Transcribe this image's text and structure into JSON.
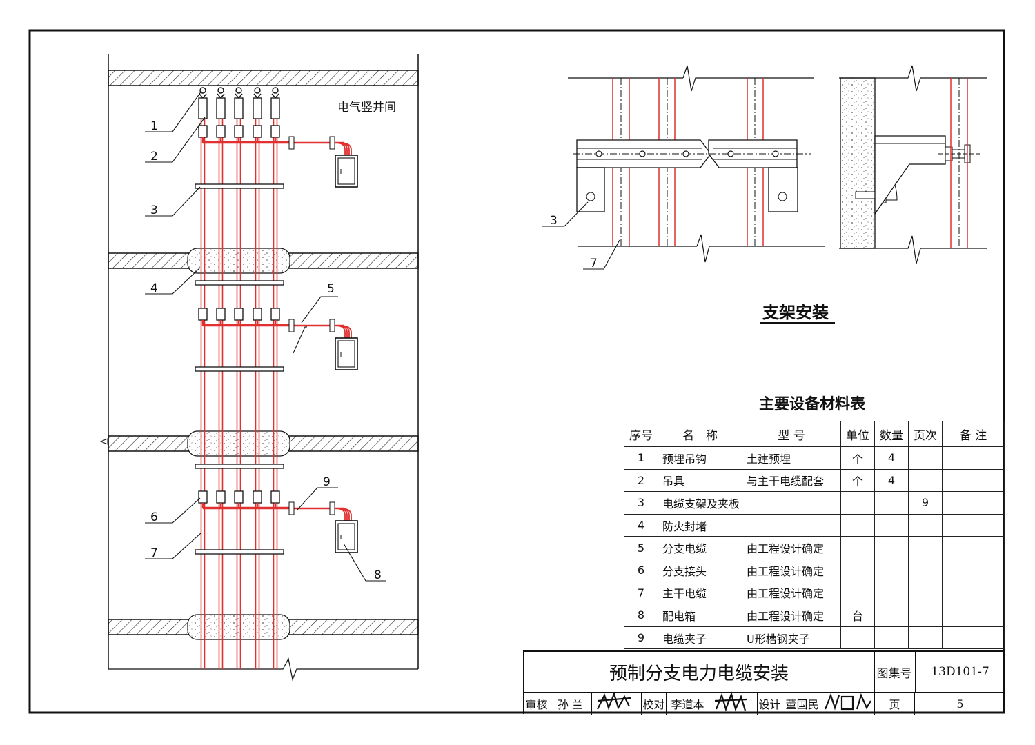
{
  "shaft": {
    "label": "电气竖井间",
    "callouts": [
      "1",
      "2",
      "3",
      "4",
      "5",
      "6",
      "7",
      "8",
      "9"
    ]
  },
  "bracket": {
    "title": "支架安装",
    "callouts": [
      "3",
      "7"
    ]
  },
  "materials": {
    "title": "主要设备材料表",
    "headers": [
      "序号",
      "名　称",
      "型 号",
      "单位",
      "数量",
      "页次",
      "备 注"
    ],
    "rows": [
      [
        "1",
        "预埋吊钩",
        "土建预埋",
        "个",
        "4",
        "",
        ""
      ],
      [
        "2",
        "吊具",
        "与主干电缆配套",
        "个",
        "4",
        "",
        ""
      ],
      [
        "3",
        "电缆支架及夹板",
        "",
        "",
        "",
        "9",
        ""
      ],
      [
        "4",
        "防火封堵",
        "",
        "",
        "",
        "",
        ""
      ],
      [
        "5",
        "分支电缆",
        "由工程设计确定",
        "",
        "",
        "",
        ""
      ],
      [
        "6",
        "分支接头",
        "由工程设计确定",
        "",
        "",
        "",
        ""
      ],
      [
        "7",
        "主干电缆",
        "由工程设计确定",
        "",
        "",
        "",
        ""
      ],
      [
        "8",
        "配电箱",
        "由工程设计确定",
        "台",
        "",
        "",
        ""
      ],
      [
        "9",
        "电缆夹子",
        "U形槽钢夹子",
        "",
        "",
        "",
        ""
      ]
    ]
  },
  "title_block": {
    "title": "预制分支电力电缆安装",
    "atlas_label": "图集号",
    "atlas_no": "13D101-7",
    "review_label": "审核",
    "reviewer": "孙 兰",
    "check_label": "校对",
    "checker": "李道本",
    "design_label": "设计",
    "designer": "董国民",
    "page_label": "页",
    "page_no": "5"
  },
  "colors": {
    "cable": "#e03030",
    "line": "#1a1a1a",
    "concrete_dot": "#555555"
  }
}
